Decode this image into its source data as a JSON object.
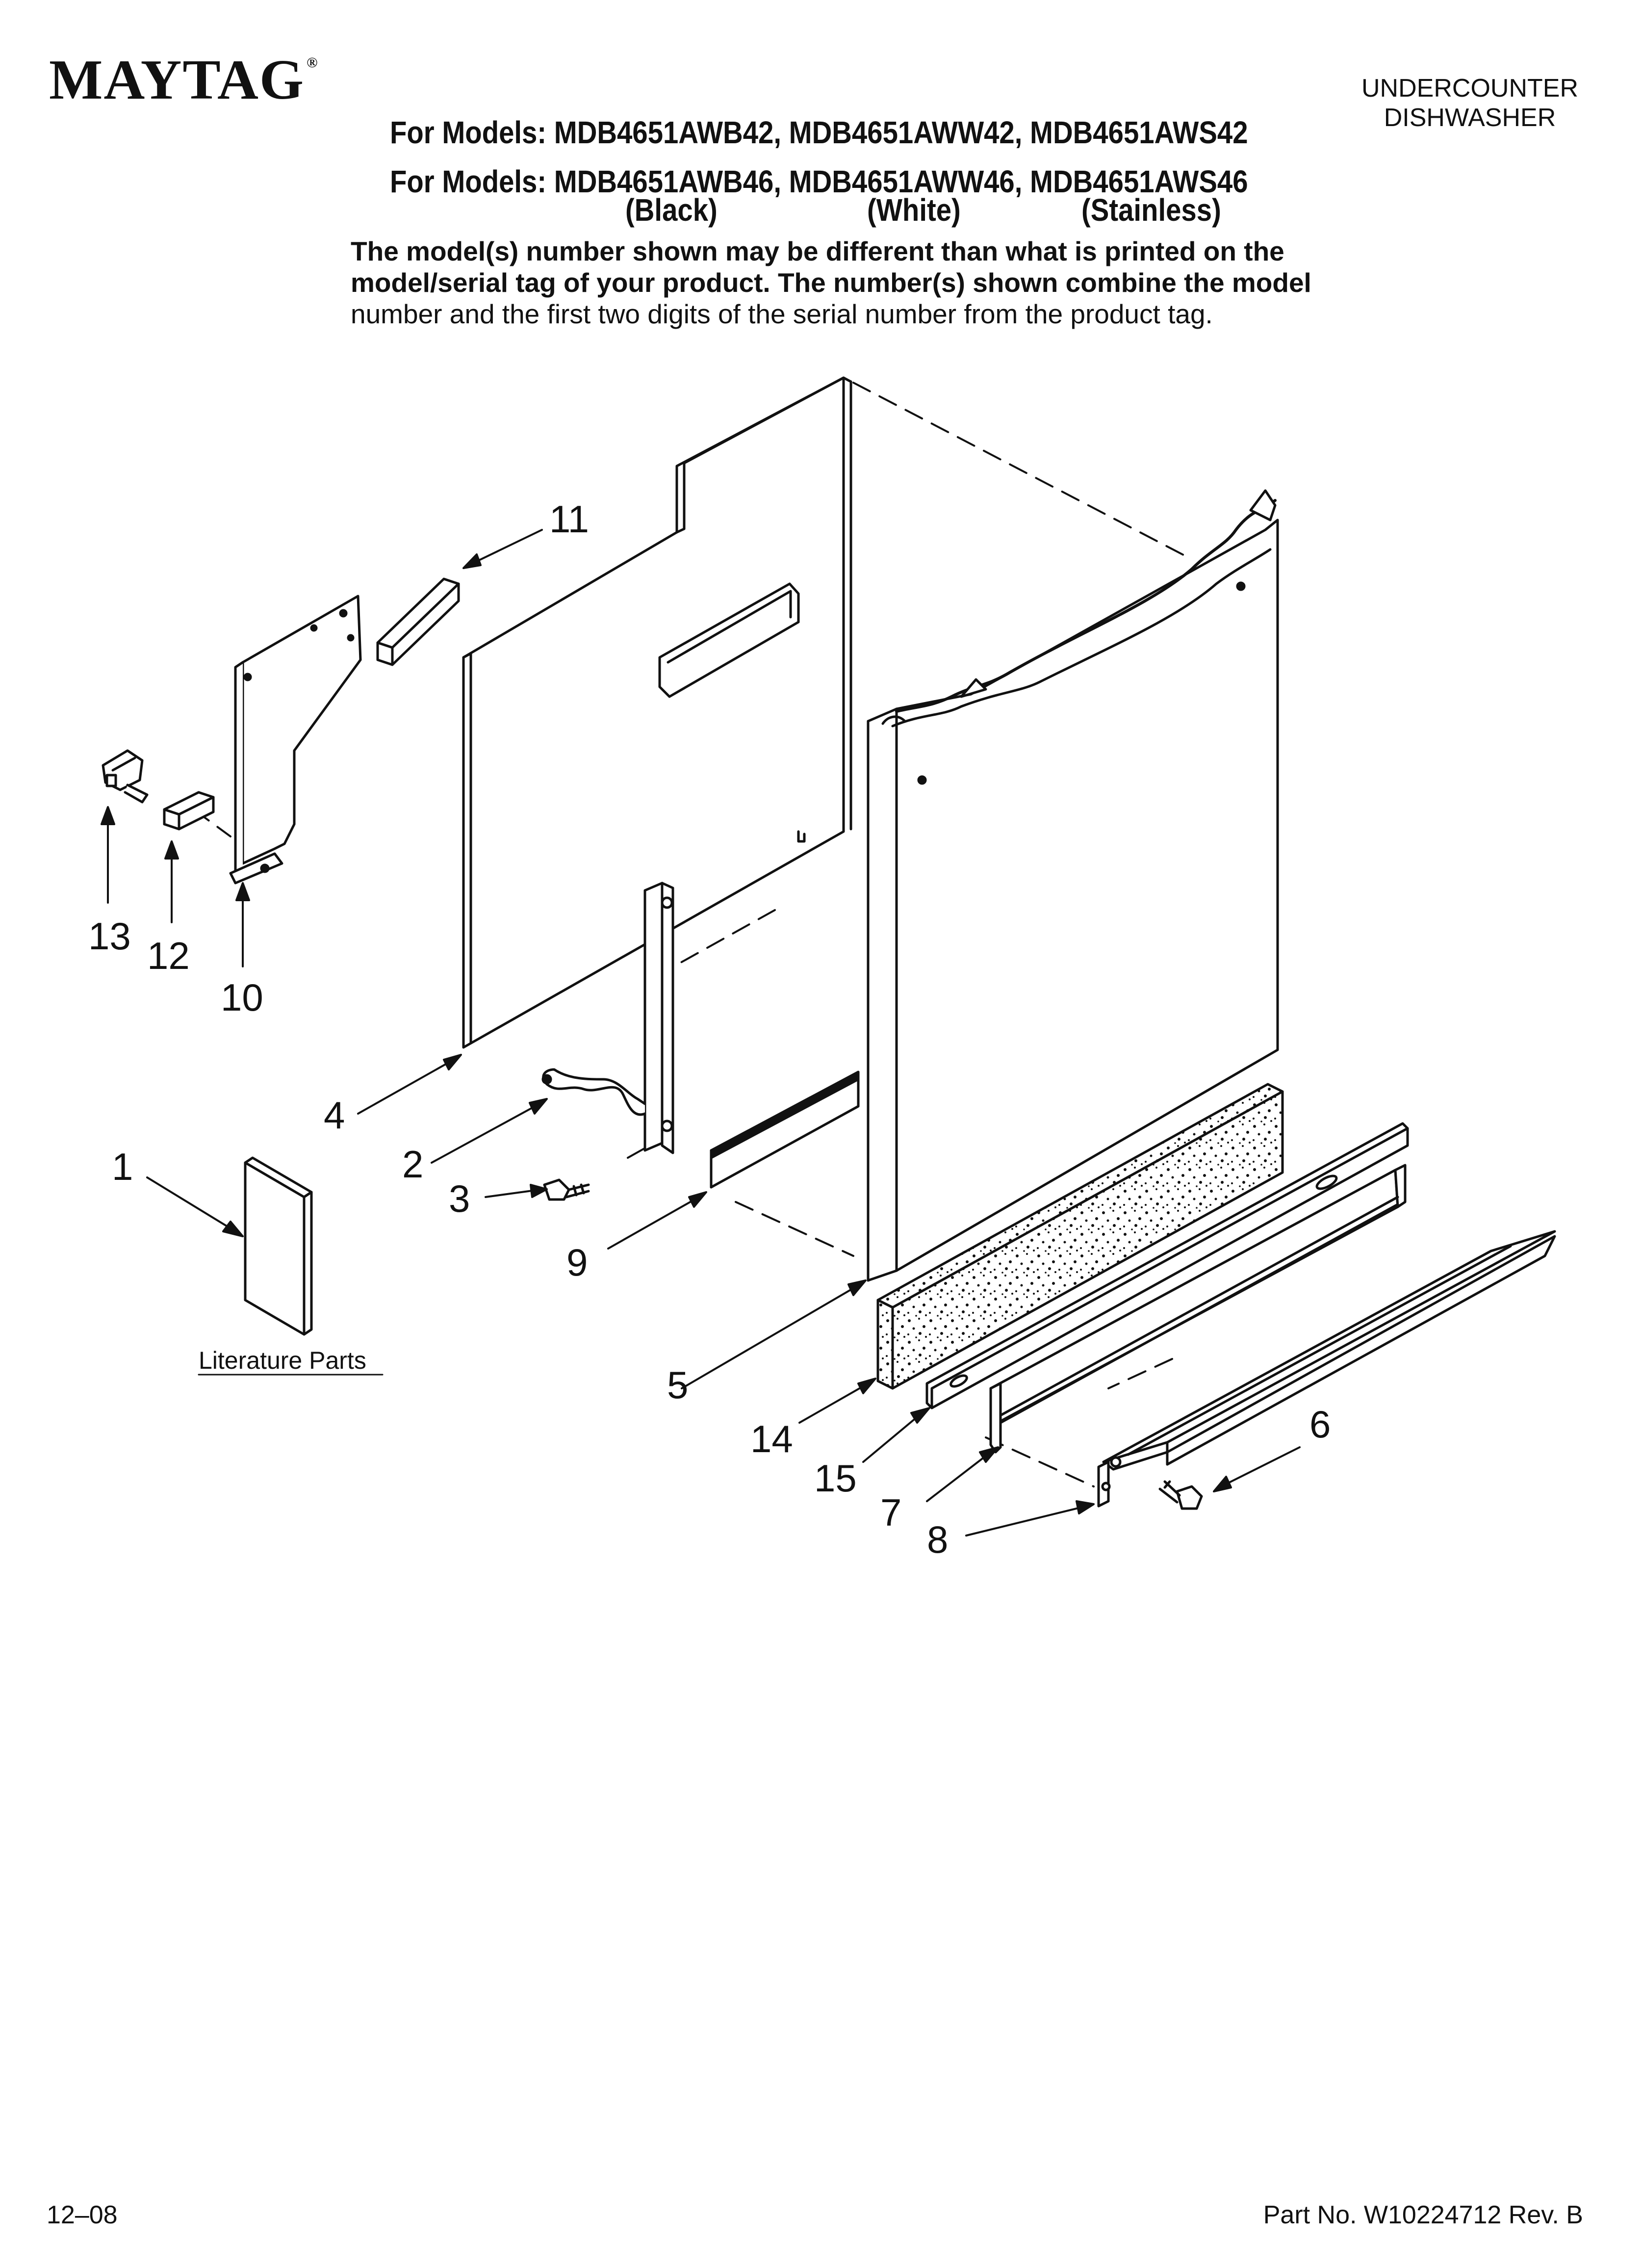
{
  "brand": "MAYTAG",
  "brand_mark": "®",
  "category_line1": "UNDERCOUNTER",
  "category_line2": "DISHWASHER",
  "models_line1": "For Models: MDB4651AWB42, MDB4651AWW42, MDB4651AWS42",
  "models_line2": "For Models: MDB4651AWB46, MDB4651AWW46, MDB4651AWS46",
  "colors": [
    "(Black)",
    "(White)",
    "(Stainless)"
  ],
  "notice_bold_line1": "The model(s) number shown may be different than what is printed on the",
  "notice_bold_line2": "model/serial tag of your product. The number(s) shown combine the model",
  "notice_line3": "number and the first two digits of the serial number from the product tag.",
  "literature_label": "Literature Parts",
  "callouts": [
    "1",
    "2",
    "3",
    "4",
    "5",
    "6",
    "7",
    "8",
    "9",
    "10",
    "11",
    "12",
    "13",
    "14",
    "15"
  ],
  "footer_date": "12–08",
  "footer_part": "Part No. W10224712 Rev. B"
}
